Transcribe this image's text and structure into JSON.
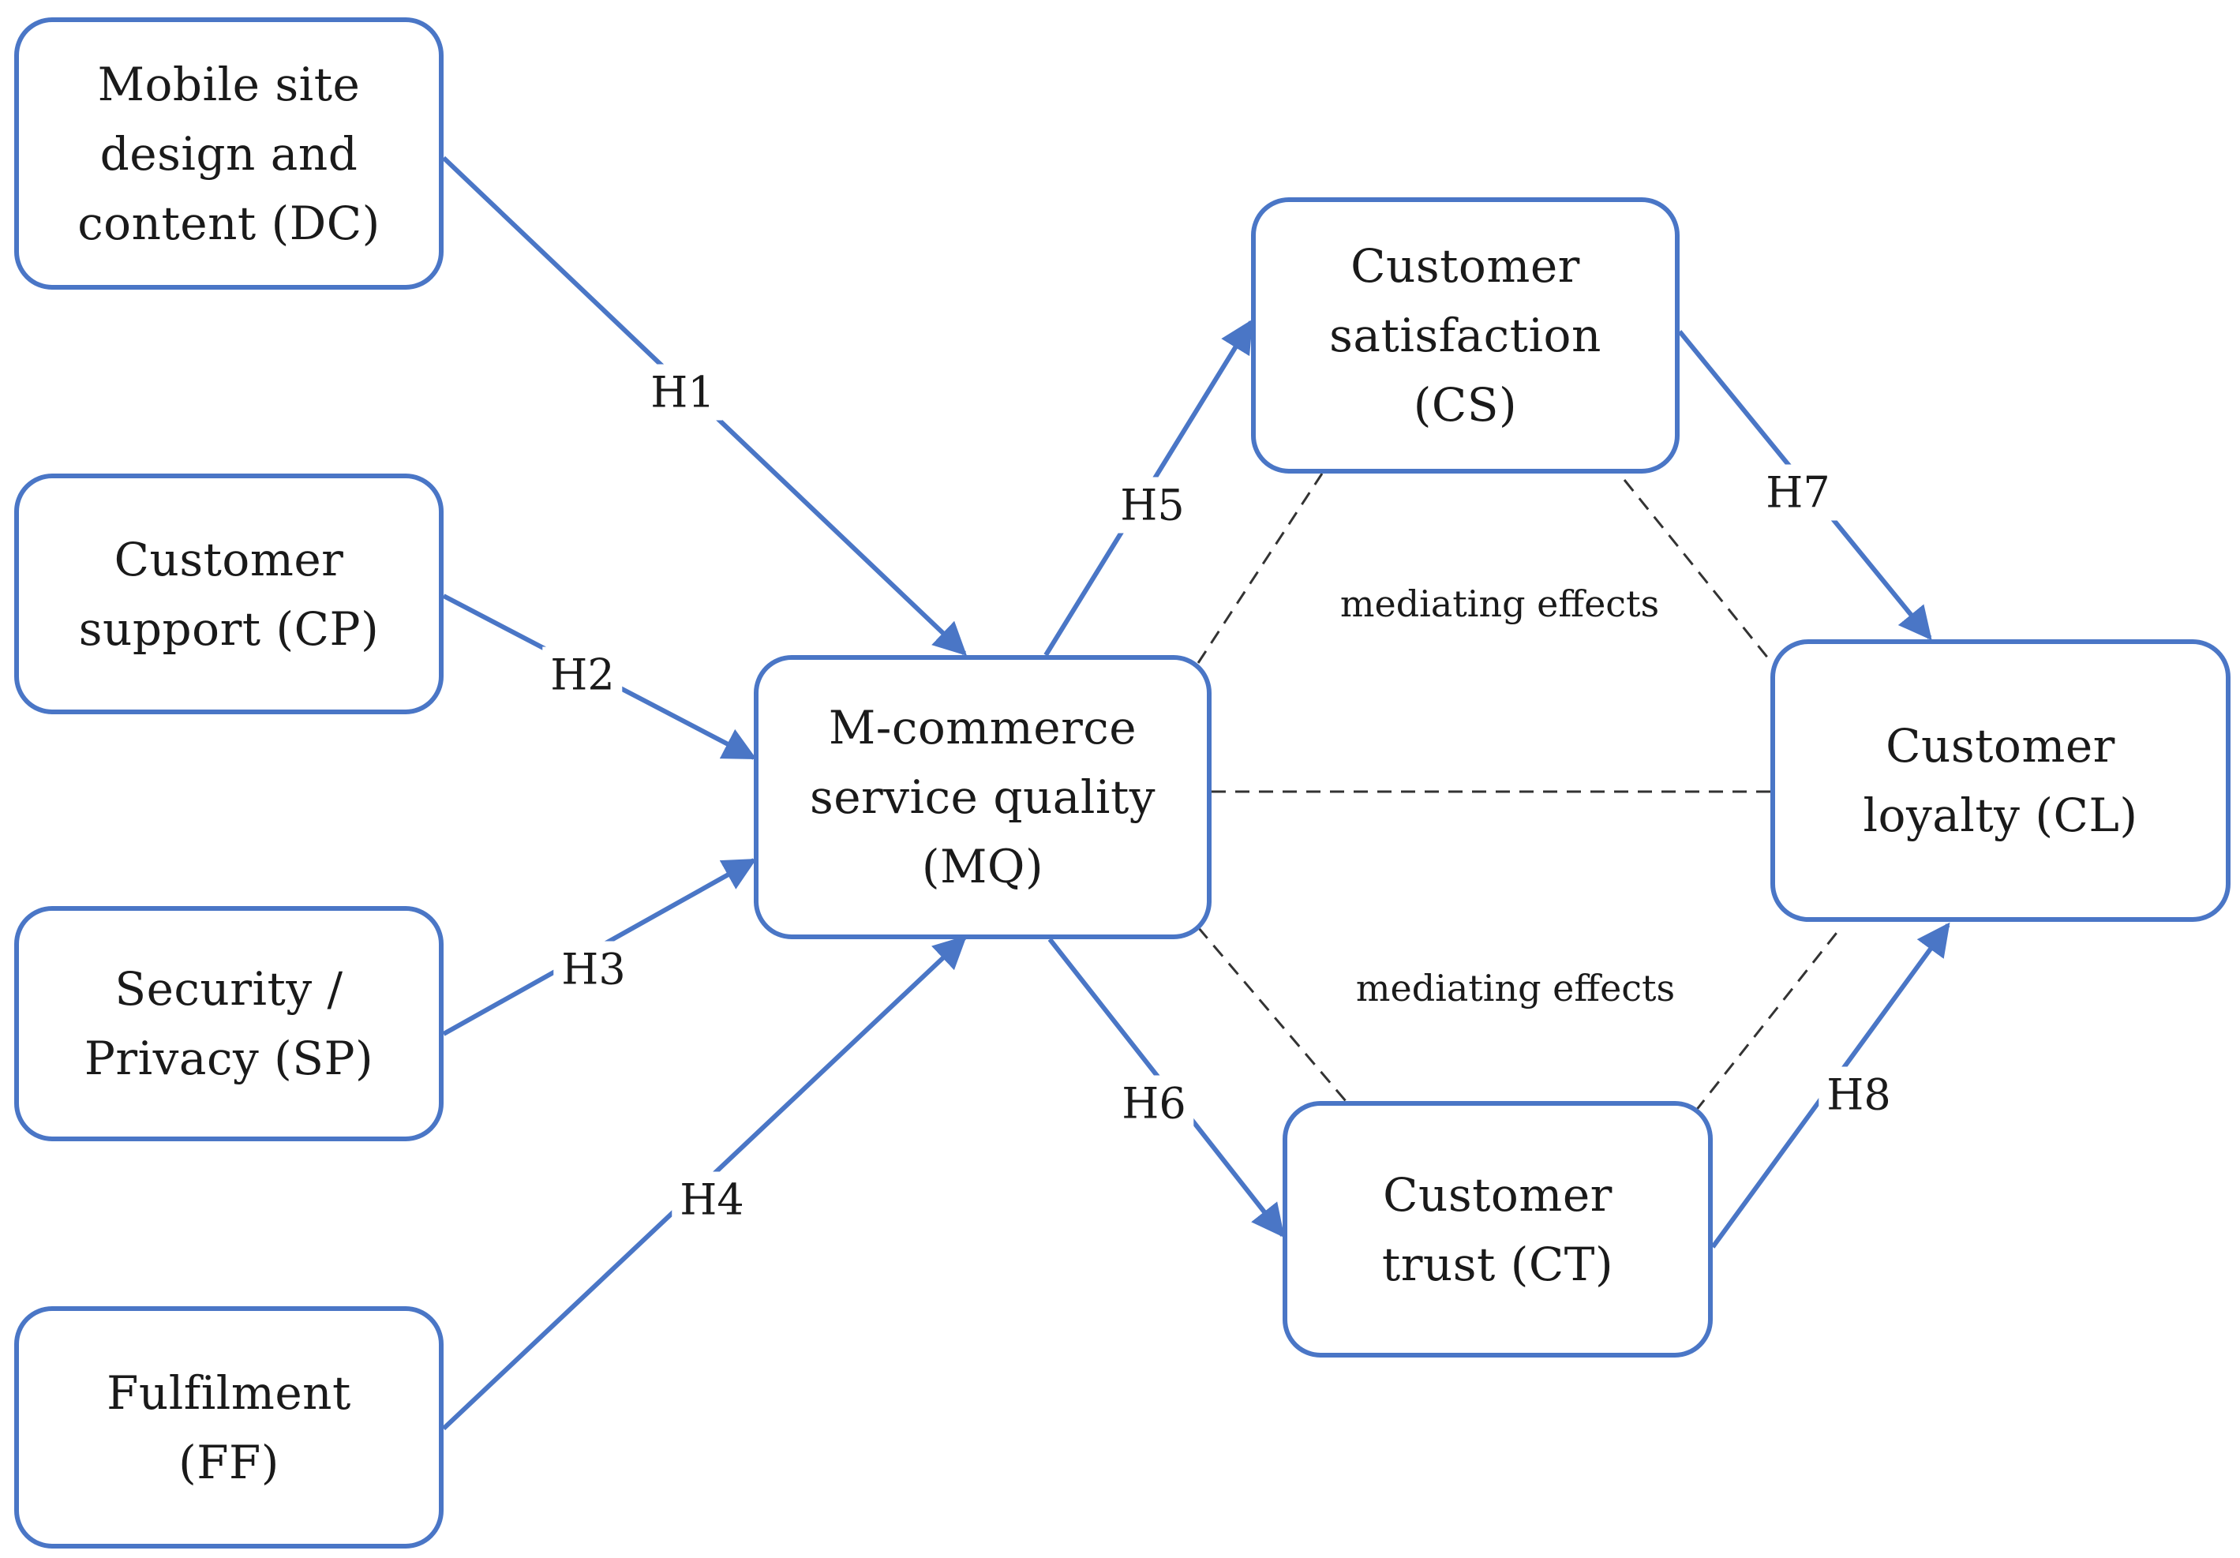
{
  "colors": {
    "accent": "#4a76c6",
    "dashed": "#333333",
    "text": "#1a1a1a"
  },
  "nodes": {
    "dc": "Mobile site\ndesign and\ncontent (DC)",
    "cp": "Customer\nsupport (CP)",
    "sp": "Security /\nPrivacy (SP)",
    "ff": "Fulfilment\n(FF)",
    "mq": "M-commerce\nservice quality\n(MQ)",
    "cs": "Customer\nsatisfaction\n(CS)",
    "ct": "Customer\ntrust (CT)",
    "cl": "Customer\nloyalty (CL)"
  },
  "hypotheses": {
    "h1": "H1",
    "h2": "H2",
    "h3": "H3",
    "h4": "H4",
    "h5": "H5",
    "h6": "H6",
    "h7": "H7",
    "h8": "H8"
  },
  "notes": {
    "mediating_top": "mediating effects",
    "mediating_bottom": "mediating effects"
  }
}
